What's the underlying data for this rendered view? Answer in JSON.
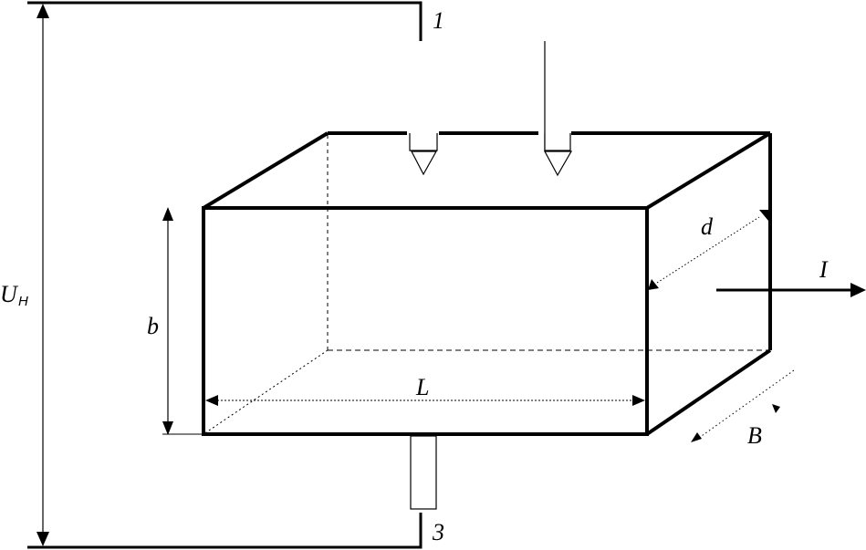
{
  "labels": {
    "voltage_main": "U",
    "voltage_sub": "H",
    "terminal_top": "1",
    "terminal_bottom": "3",
    "height": "b",
    "length": "L",
    "depth": "d",
    "current": "I",
    "magnetic_field": "B"
  }
}
